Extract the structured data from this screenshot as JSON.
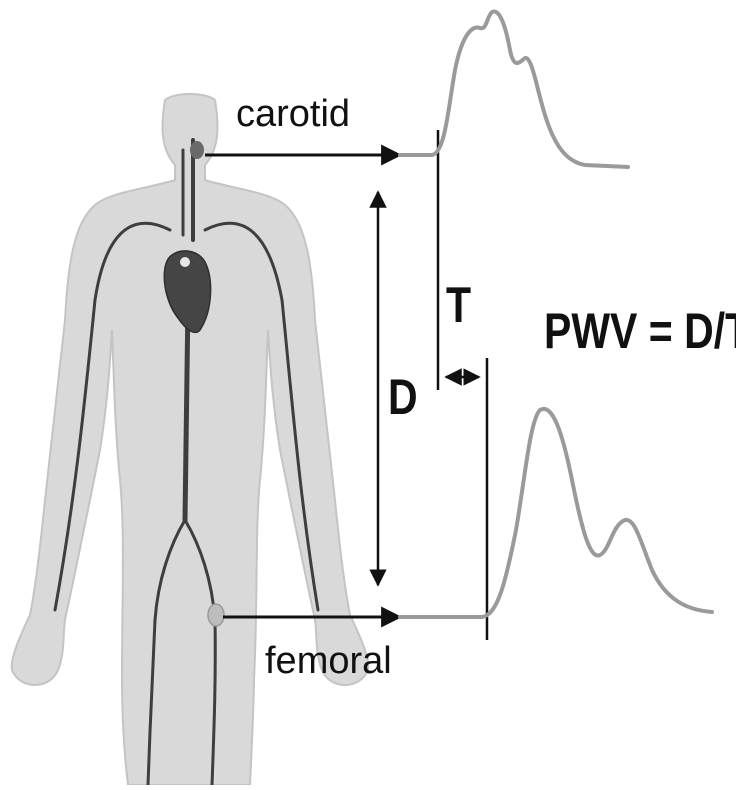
{
  "labels": {
    "carotid": "carotid",
    "femoral": "femoral",
    "time": "T",
    "distance": "D",
    "formula": "PWV = D/T"
  },
  "colors": {
    "background": "#ffffff",
    "body_fill": "#d9d9d9",
    "body_edge": "#c4c4c4",
    "vessel": "#3e3e3e",
    "heart": "#454545",
    "pulse_wave": "#9a9a9a",
    "annotation": "#111111"
  },
  "icons": {
    "figure": "human-body-silhouette-icon",
    "heart": "heart-icon"
  }
}
